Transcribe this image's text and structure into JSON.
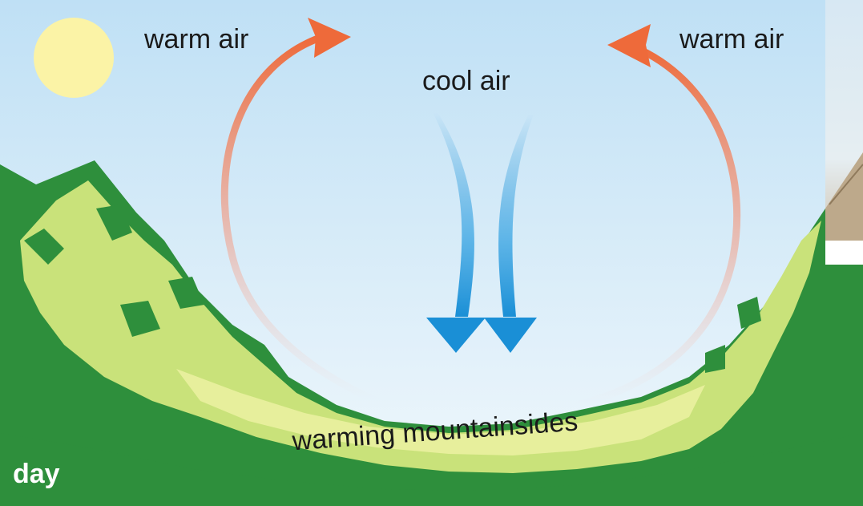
{
  "diagram": {
    "labels": {
      "warm_air_left": "warm air",
      "warm_air_right": "warm air",
      "cool_air": "cool air",
      "mountainsides": "warming mountainsides",
      "time_of_day": "day"
    },
    "colors": {
      "sky_top": "#bfe0f5",
      "sky_bottom": "#eef7fc",
      "sun": "#fbf3a6",
      "mountain_dark": "#2e8f3c",
      "mountain_light": "#c9e27a",
      "mountain_highlight": "#e7ef9c",
      "warm_arrow": "#ee6a3a",
      "cool_arrow": "#1a8fd6"
    }
  }
}
